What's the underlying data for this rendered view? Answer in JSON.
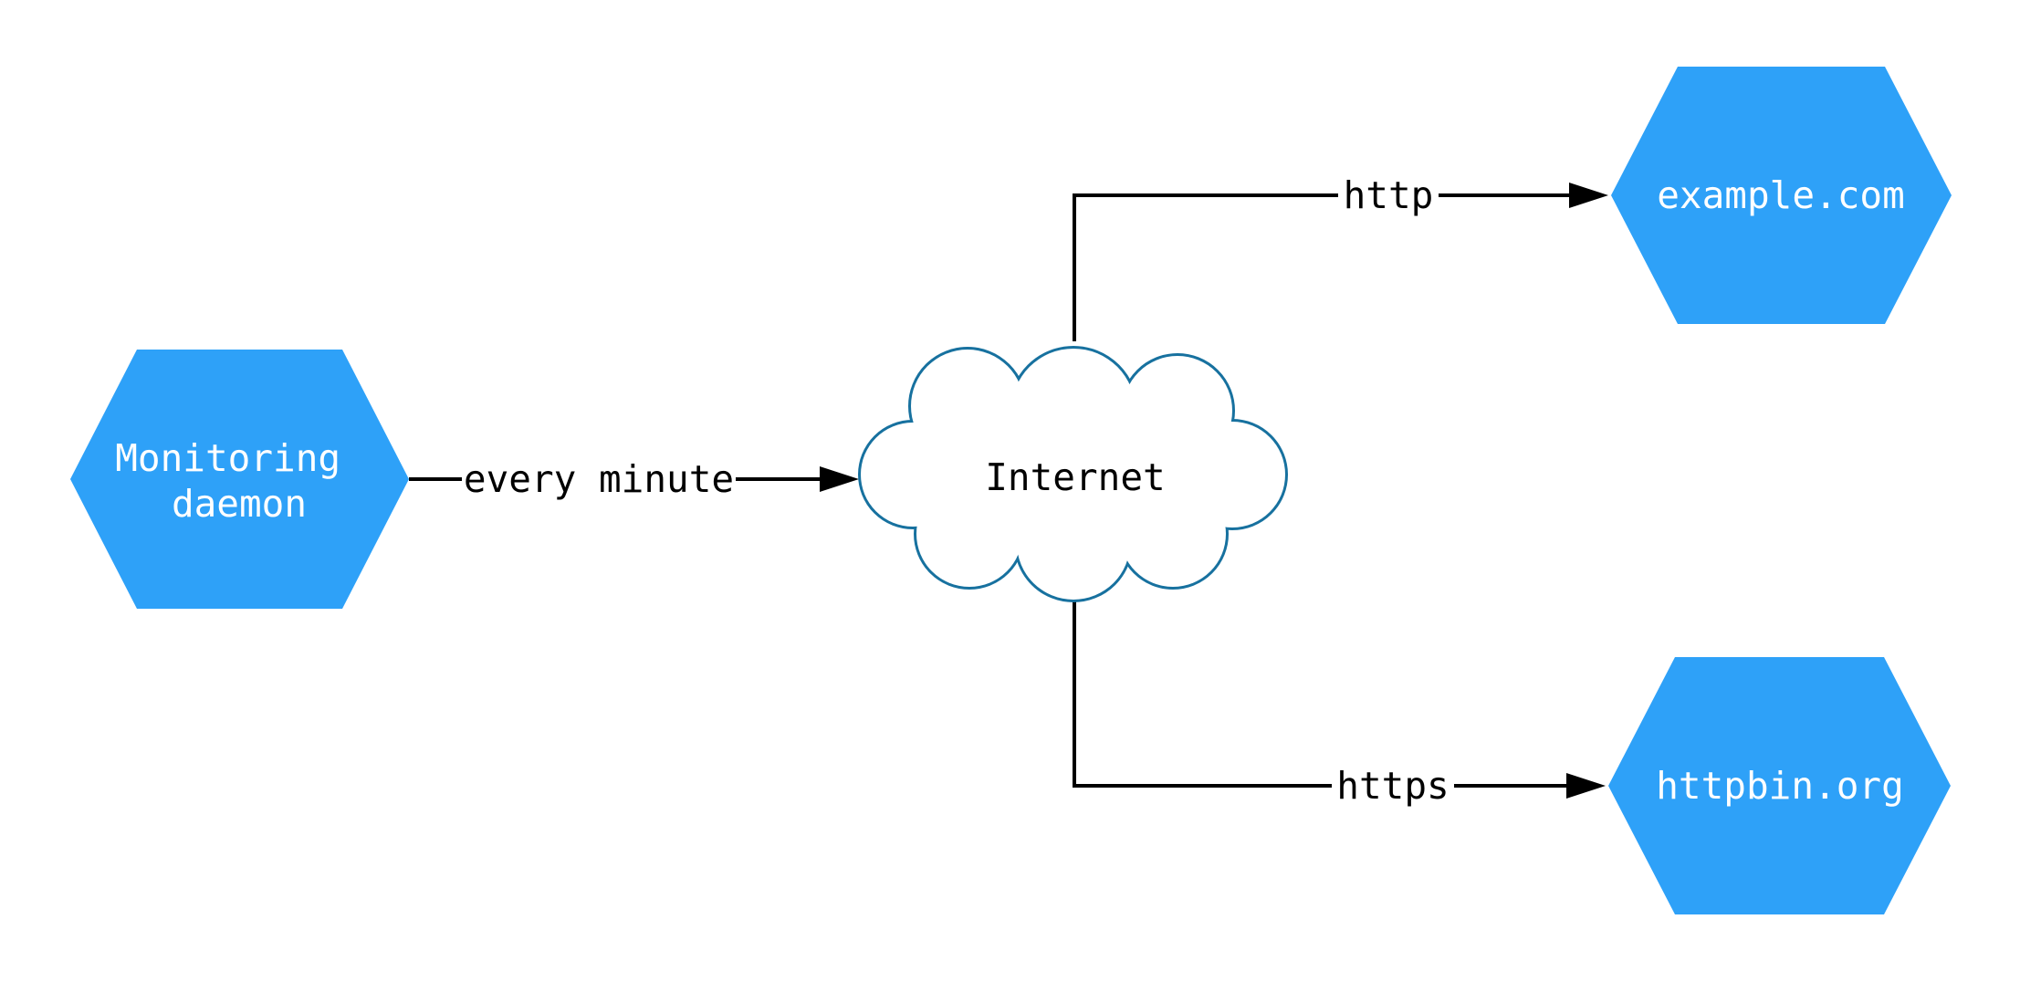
{
  "colors": {
    "background": "#ffffff",
    "node_fill": "#2ea1f8",
    "node_text": "#ffffff",
    "cloud_stroke": "#17719f",
    "cloud_fill": "#ffffff",
    "edge": "#000000",
    "edge_text": "#000000"
  },
  "nodes": {
    "monitoring_daemon": {
      "shape": "hexagon",
      "lines": [
        "Monitoring",
        "daemon"
      ]
    },
    "internet": {
      "shape": "cloud",
      "label": "Internet"
    },
    "example_com": {
      "shape": "hexagon",
      "label": "example.com"
    },
    "httpbin_org": {
      "shape": "hexagon",
      "label": "httpbin.org"
    }
  },
  "edges": [
    {
      "from": "monitoring_daemon",
      "to": "internet",
      "label": "every minute"
    },
    {
      "from": "internet",
      "to": "example_com",
      "label": "http"
    },
    {
      "from": "internet",
      "to": "httpbin_org",
      "label": "https"
    }
  ]
}
